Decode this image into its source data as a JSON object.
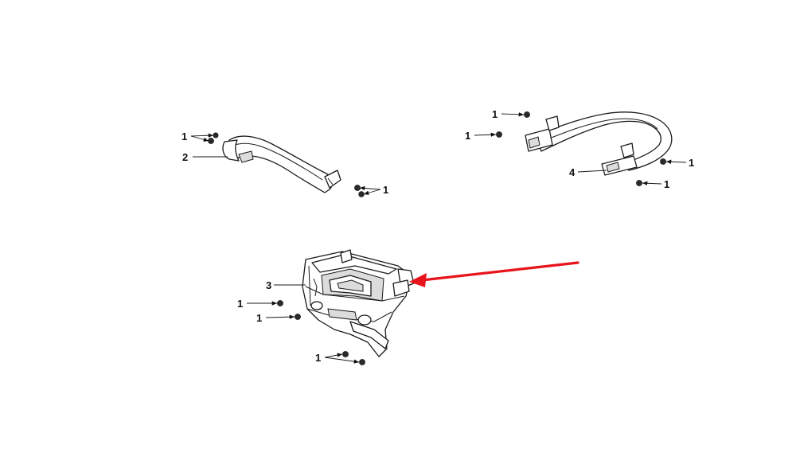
{
  "diagram": {
    "callouts": {
      "a1": "1",
      "a2": "2",
      "a3": "1",
      "b1": "1",
      "b2": "1",
      "b3": "4",
      "b4": "1",
      "b5": "1",
      "c1": "3",
      "c2": "1",
      "c3": "1",
      "c4": "1"
    },
    "colors": {
      "arrow": "#e8141c",
      "line": "#1a1a1a",
      "background": "#ffffff"
    }
  }
}
